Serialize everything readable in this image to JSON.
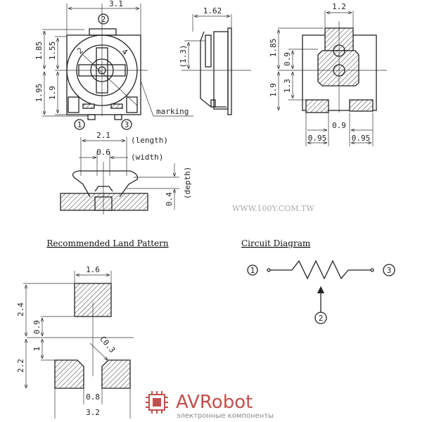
{
  "watermark": "WWW.100Y.COM.TW",
  "front_view": {
    "width": "3.1",
    "pin2": "2",
    "pin1": "1",
    "pin3": "3",
    "h_total_top": "1.85",
    "h_total_bottom": "1.95",
    "h_inner_top": "1.55",
    "h_inner_bottom": "1.9",
    "dial_2": "2",
    "dial_4": "4",
    "marking": "marking"
  },
  "side_view": {
    "depth": "1.62",
    "height": "(1.3)"
  },
  "bottom_view": {
    "pad_width": "1.2",
    "h_top": "1.85",
    "h_bottom": "1.9",
    "c_top": "0.9",
    "c_bottom": "1.3",
    "pad_gap": "0.9",
    "pad_left": "0.95",
    "pad_right": "0.95"
  },
  "section_view": {
    "length": "2.1",
    "length_label": "(length)",
    "width": "0.6",
    "width_label": "(width)",
    "depth": "0.4",
    "depth_label": "(depth)"
  },
  "land_pattern": {
    "title": "Recommended Land Pattern",
    "pad_width": "1.6",
    "h_top": "2.4",
    "gap_top": "0.9",
    "gap_bottom": "1",
    "h_bottom": "2.2",
    "chamfer": "C0.3",
    "pad_small": "0.8",
    "total_width": "3.2"
  },
  "circuit": {
    "title": "Circuit Diagram",
    "pin1": "1",
    "pin2": "2",
    "pin3": "3"
  },
  "logo": {
    "name": "AVRobot",
    "tagline": "электронные компоненты",
    "color": "#c0504d"
  }
}
